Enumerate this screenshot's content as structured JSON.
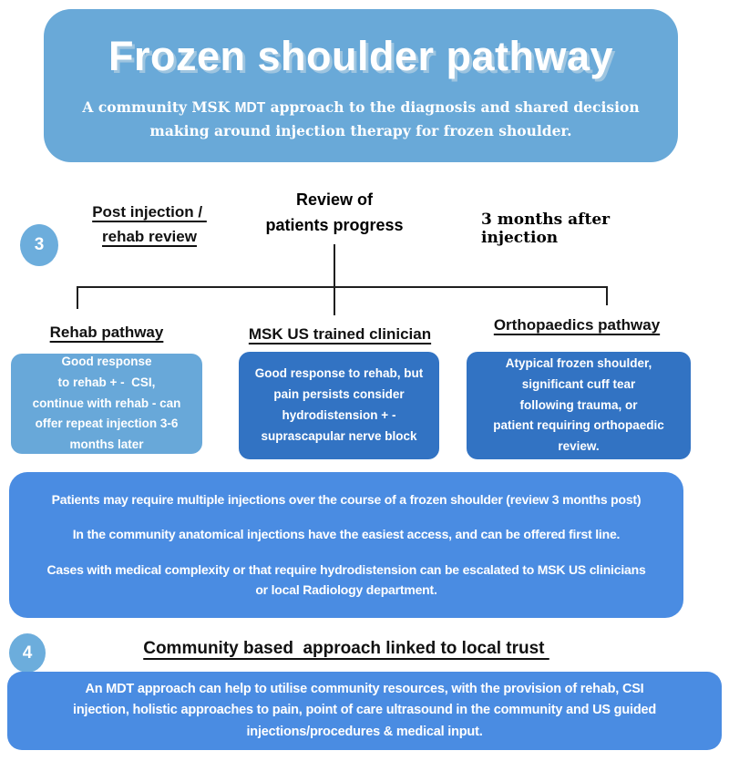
{
  "colors": {
    "header-bg": "#69a9d8",
    "circle-bg": "#6caddc",
    "light-box": "#68a8d9",
    "dark-box": "#3273c3",
    "bright-box": "#4a8ce2",
    "line-color": "#1f1f1f",
    "text-white": "#ffffff",
    "text-dark": "#111111"
  },
  "header": {
    "title": "Frozen shoulder pathway",
    "subtitle_before": "A community MSK ",
    "subtitle_bold": "MDT",
    "subtitle_after": " approach to the diagnosis and shared decision making around injection therapy for frozen shoulder."
  },
  "step3": {
    "number": "3",
    "label": "Post injection / \nrehab review",
    "review_title": "Review of\npatients progress",
    "timing_note": "3 months after injection"
  },
  "branches": [
    {
      "heading": "Rehab pathway",
      "body": "Good response\nto rehab + -  CSI,\ncontinue with rehab - can\noffer repeat injection 3-6\nmonths later"
    },
    {
      "heading": "MSK US trained clinician",
      "body": "Good response to rehab, but\npain persists consider\nhydrodistension + -\nsuprascapular nerve block"
    },
    {
      "heading": "Orthopaedics pathway",
      "body": "Atypical frozen shoulder,\nsignificant cuff tear\nfollowing trauma, or\npatient requiring orthopaedic\nreview."
    }
  ],
  "notes": {
    "p1": "Patients may require multiple injections over the course of a frozen shoulder (review 3 months post)",
    "p2": "In the community anatomical injections have the easiest access, and can be offered first line.",
    "p3": "Cases with medical complexity or that require hydrodistension can be escalated to MSK US clinicians\nor local Radiology department."
  },
  "step4": {
    "number": "4",
    "heading": "Community based  approach linked to local trust ",
    "body": "An MDT approach can help to utilise community resources, with the provision of rehab, CSI\ninjection, holistic approaches to pain, point of care ultrasound in the community and US guided\ninjections/procedures & medical input."
  }
}
